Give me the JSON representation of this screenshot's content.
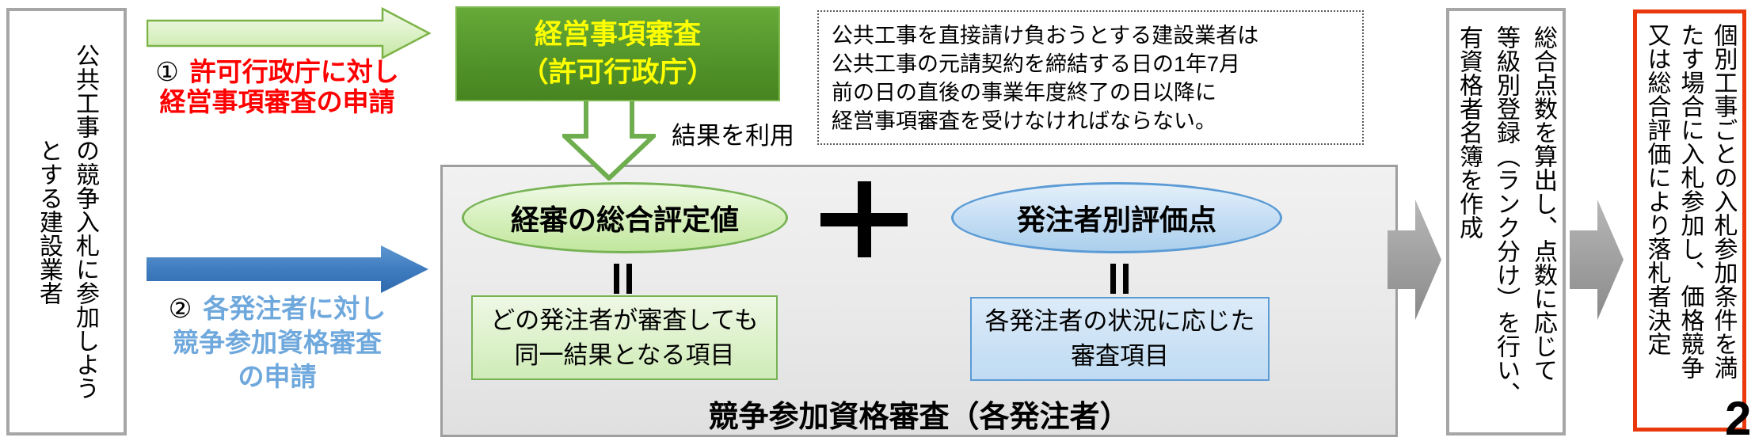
{
  "page": {
    "number": "2"
  },
  "left_box": {
    "lines": [
      "公共工事の競争入札に参加しよう",
      "とする建設業者"
    ]
  },
  "flow": {
    "step1": {
      "number": "①",
      "line1": "許可行政庁に対し",
      "line2": "経営事項審査の申請",
      "text_color": "#FF0000"
    },
    "step2": {
      "number": "②",
      "line1": "各発注者に対し",
      "line2": "競争参加資格審査",
      "line3": "の申請",
      "text_color": "#6FA8DC"
    },
    "result_label": "結果を利用"
  },
  "keishin_box": {
    "lines": [
      "経営事項審査",
      "（許可行政庁）"
    ],
    "bg_color": "#55962C",
    "text_color": "#FFFF00"
  },
  "note_box": {
    "lines": [
      "公共工事を直接請け負おうとする建設業者は",
      "公共工事の元請契約を締結する日の1年7月",
      "前の日の直後の事業年度終了の日以降に",
      "経営事項審査を受けなければならない。"
    ]
  },
  "main_box": {
    "green_ellipse": "経審の総合評定値",
    "plus_symbol": "＋",
    "blue_ellipse": "発注者別評価点",
    "equals_symbol": "‖",
    "green_rect": {
      "lines": [
        "どの発注者が審査しても",
        "同一結果となる項目"
      ]
    },
    "blue_rect": {
      "lines": [
        "各発注者の状況に応じた",
        "審査項目"
      ]
    },
    "title": "競争参加資格審査（各発注者）"
  },
  "ranking_box": {
    "lines": [
      "総合点数を算出し、点数に応じて",
      "等級別登録（ランク分け）を行い、",
      "有資格者名簿を作成"
    ]
  },
  "award_box": {
    "lines": [
      "個別工事ごとの入札参加条件を満",
      "たす場合に入札参加し、価格競争",
      "又は総合評価により落札者決定"
    ]
  },
  "colors": {
    "green_arrow_border": "#7CB348",
    "green_arrow_fill": "#D9F0BD",
    "blue_arrow": "#3F7CC0",
    "gray_arrow": "#9E9E9E",
    "red_accent": "#FF0000",
    "light_blue_accent": "#6FA8DC",
    "green_border": "#77B355",
    "blue_border": "#5B9BD5",
    "red_box_border": "#E8380C",
    "gray_border": "#A6A6A6",
    "keishin_green": "#55962C",
    "yellow_text": "#FFFF00"
  }
}
